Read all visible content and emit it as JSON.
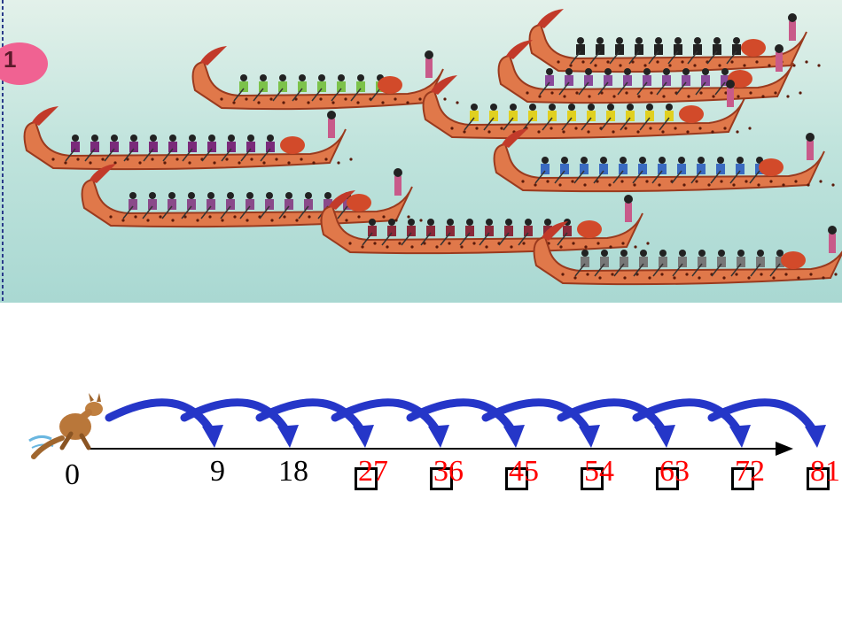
{
  "scene": {
    "badge_number": "1",
    "description_icon": "dragon-boat-race-illustration"
  },
  "number_line": {
    "start_label": "0",
    "step": 9,
    "given_labels": [
      "9",
      "18"
    ],
    "answer_labels": [
      "27",
      "36",
      "45",
      "54",
      "63",
      "72",
      "81"
    ],
    "icons": {
      "jumper": "kangaroo-icon",
      "jump": "curved-arrow-icon"
    },
    "colors": {
      "given": "#000000",
      "answer": "#ff0000",
      "arrow": "#2536c8"
    }
  }
}
